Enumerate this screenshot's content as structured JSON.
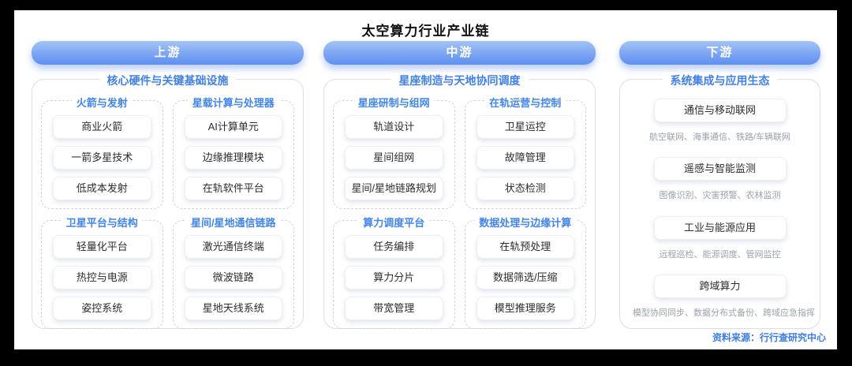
{
  "title": "太空算力行业产业链",
  "footer": {
    "source": "资料来源：行行查研究中心"
  },
  "colors": {
    "accent_blue": "#4080e8",
    "pill_gradient_top": "#a3c4f6",
    "pill_gradient_bottom": "#5f90f0",
    "desc_gray": "#9aa2ad",
    "item_text": "#2d2d2d"
  },
  "columns": [
    {
      "header": "上游",
      "section_title": "核心硬件与关键基础设施",
      "groups": [
        {
          "title": "火箭与发射",
          "items": [
            "商业火箭",
            "一箭多星技术",
            "低成本发射"
          ]
        },
        {
          "title": "星载计算与处理器",
          "items": [
            "AI计算单元",
            "边缘推理模块",
            "在轨软件平台"
          ]
        },
        {
          "title": "卫星平台与结构",
          "items": [
            "轻量化平台",
            "热控与电源",
            "姿控系统"
          ]
        },
        {
          "title": "星间/星地通信链路",
          "items": [
            "激光通信终端",
            "微波链路",
            "星地天线系统"
          ]
        }
      ]
    },
    {
      "header": "中游",
      "section_title": "星座制造与天地协同调度",
      "groups": [
        {
          "title": "星座研制与组网",
          "items": [
            "轨道设计",
            "星间组网",
            "星间/星地链路规划"
          ]
        },
        {
          "title": "在轨运营与控制",
          "items": [
            "卫星运控",
            "故障管理",
            "状态检测"
          ]
        },
        {
          "title": "算力调度平台",
          "items": [
            "任务编排",
            "算力分片",
            "带宽管理"
          ]
        },
        {
          "title": "数据处理与边缘计算",
          "items": [
            "在轨预处理",
            "数据筛选/压缩",
            "模型推理服务"
          ]
        }
      ]
    },
    {
      "header": "下游",
      "section_title": "系统集成与应用生态",
      "applications": [
        {
          "title": "通信与移动联网",
          "desc": "航空联网、海事通信、铁路/车辆联网"
        },
        {
          "title": "遥感与智能监测",
          "desc": "图像识别、灾害预警、农林监测"
        },
        {
          "title": "工业与能源应用",
          "desc": "远程巡检、能源调度、管网监控"
        },
        {
          "title": "跨域算力",
          "desc": "模型协同同步、数据分布式备份、跨域应急指挥"
        }
      ]
    }
  ]
}
